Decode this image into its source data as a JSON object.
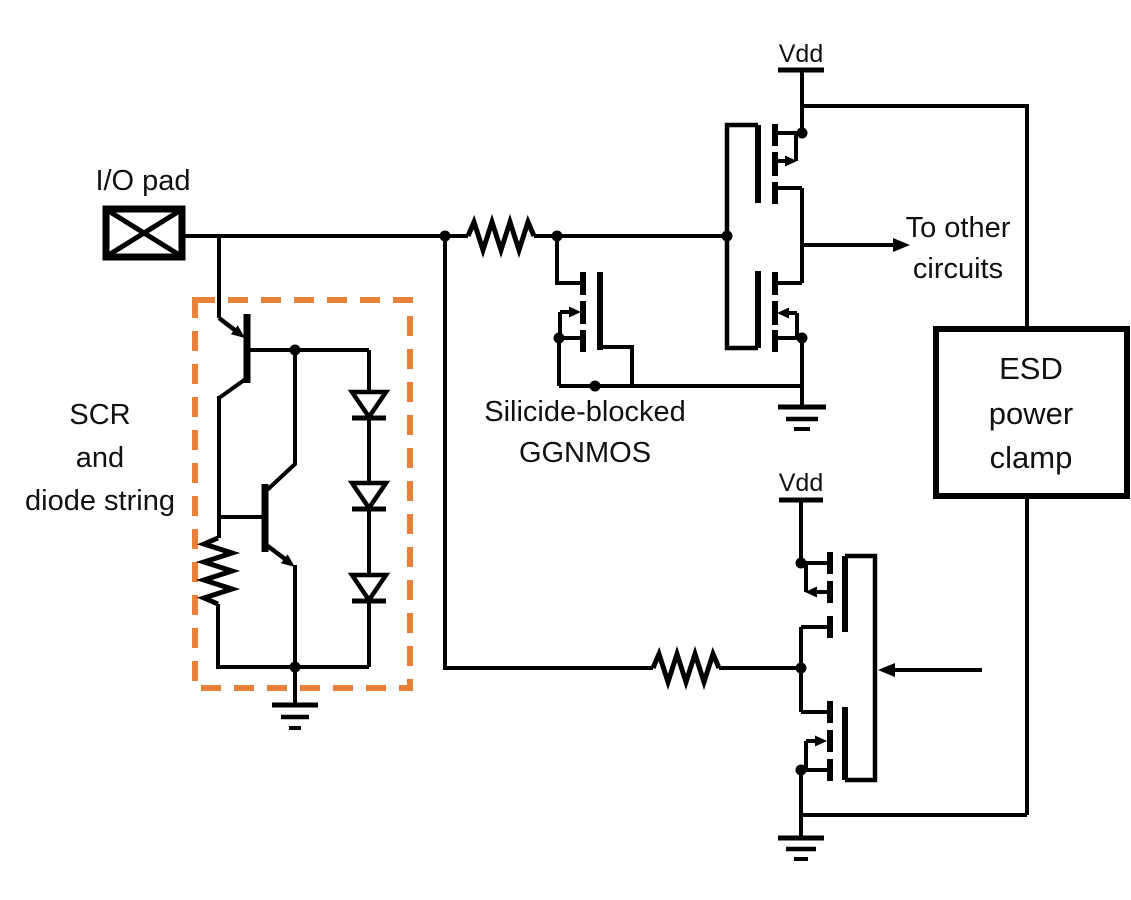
{
  "labels": {
    "io_pad": "I/O pad",
    "scr": [
      "SCR",
      "and",
      "diode string"
    ],
    "ggnmos": [
      "Silicide-blocked",
      "GGNMOS"
    ],
    "vdd_top": "Vdd",
    "vdd_bottom": "Vdd",
    "to_other": [
      "To other",
      "circuits"
    ],
    "esd_clamp": [
      "ESD",
      "power",
      "clamp"
    ]
  },
  "colors": {
    "line": "#000000",
    "text": "#1a1a1a",
    "scr_box_orange": "#e8813a",
    "background": "#ffffff"
  }
}
